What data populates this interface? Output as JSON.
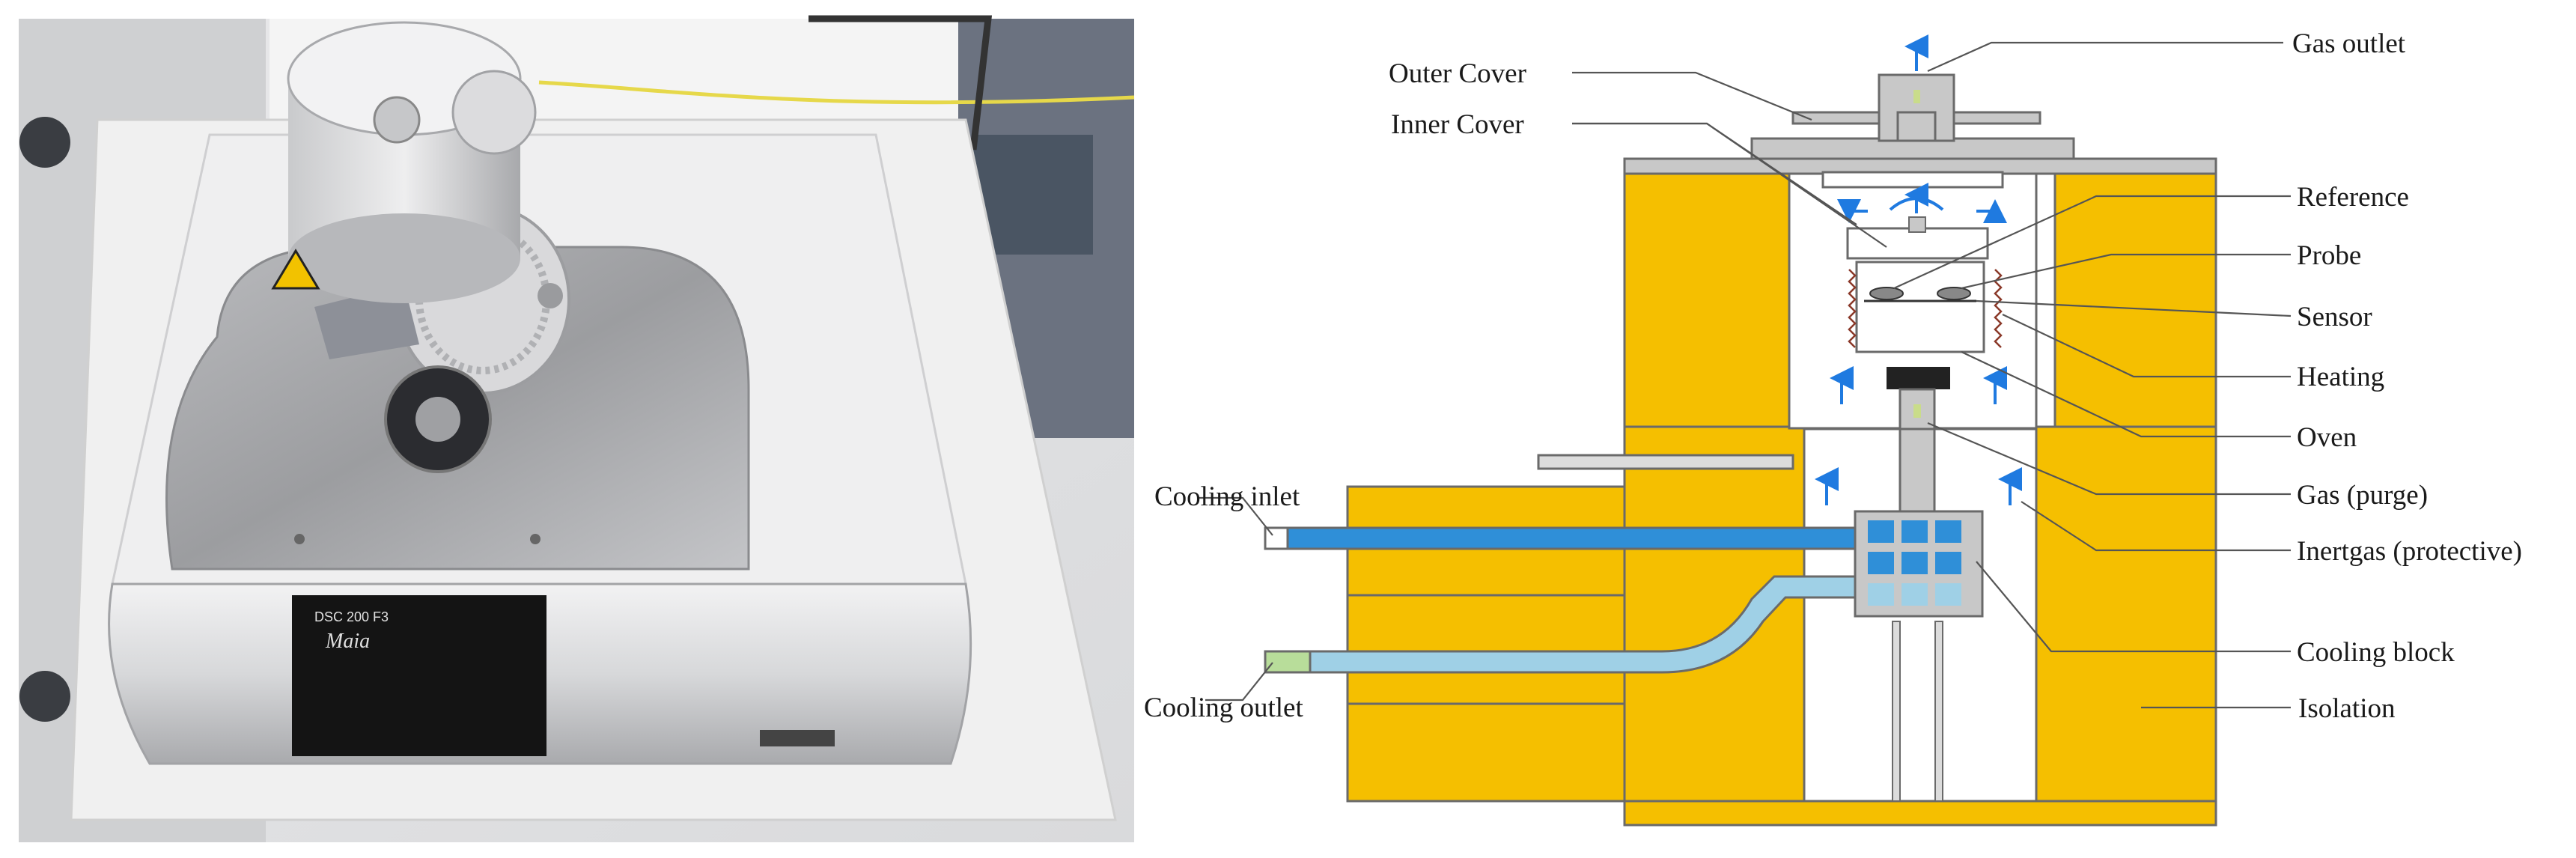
{
  "photo": {
    "nameplate_line1": "DSC 200 F3",
    "nameplate_line2": "Maia"
  },
  "labels": {
    "outer_cover": "Outer Cover",
    "inner_cover": "Inner Cover",
    "gas_outlet": "Gas outlet",
    "reference": "Reference",
    "probe": "Probe",
    "sensor": "Sensor",
    "heating": "Heating",
    "oven": "Oven",
    "gas_purge": "Gas (purge)",
    "inertgas": "Inertgas (protective)",
    "cooling_inlet": "Cooling inlet",
    "cooling_block": "Cooling block",
    "cooling_outlet": "Cooling outlet",
    "isolation": "Isolation"
  },
  "colors": {
    "isolation_fill": "#f5bf00",
    "housing_gray": "#c8c8c8",
    "cooling_inlet_pipe": "#2f8fd8",
    "cooling_outlet_pipe": "#9fd0e6",
    "gas_flow_arrow": "#1f7ae0",
    "outlet_tip": "#c9dc8a"
  }
}
